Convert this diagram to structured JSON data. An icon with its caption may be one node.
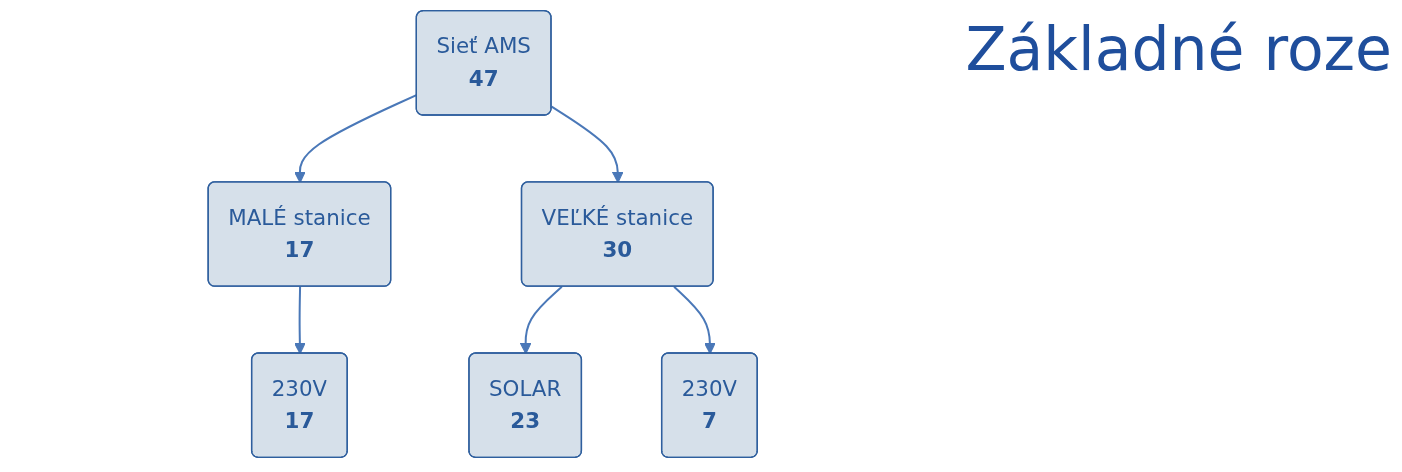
{
  "diagram": {
    "title": "Základné roze",
    "nodes": [
      {
        "text": [
          "Sieť AMS",
          "47"
        ]
      },
      {
        "text": [
          "MALÉ stanice",
          "17"
        ]
      },
      {
        "text": [
          "VEĽKÉ stanice",
          "30"
        ]
      },
      {
        "text": [
          "230V",
          "17"
        ]
      },
      {
        "text": [
          "SOLAR",
          "23"
        ]
      },
      {
        "text": [
          "230V",
          "7"
        ]
      }
    ],
    "edges": [
      {
        "from": 0,
        "to": 1,
        "arrow": "to"
      },
      {
        "from": 0,
        "to": 2,
        "arrow": "to"
      },
      {
        "from": 1,
        "to": 3,
        "arrow": "to"
      },
      {
        "from": 2,
        "to": 4,
        "arrow": "to"
      },
      {
        "from": 2,
        "to": 5,
        "arrow": "to"
      }
    ]
  }
}
